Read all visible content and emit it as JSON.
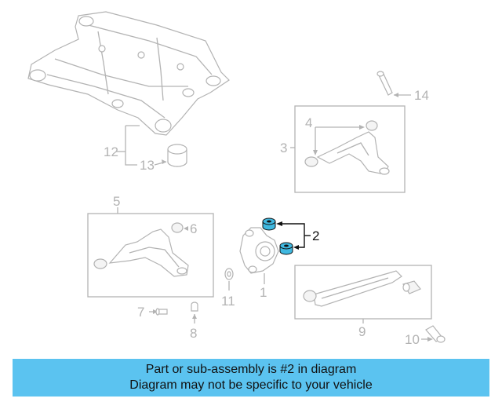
{
  "callouts": {
    "c1": "1",
    "c2": "2",
    "c3": "3",
    "c4": "4",
    "c5": "5",
    "c6": "6",
    "c7": "7",
    "c8": "8",
    "c9": "9",
    "c10": "10",
    "c11": "11",
    "c12": "12",
    "c13": "13",
    "c14": "14"
  },
  "highlighted_part": "2",
  "colors": {
    "banner": "#5bc3f0",
    "highlight": "#3fb8e0",
    "line_art": "#b3b3b3"
  },
  "banner": {
    "line1": "Part or sub-assembly is #2 in diagram",
    "line2": "Diagram may not be specific to your vehicle"
  }
}
